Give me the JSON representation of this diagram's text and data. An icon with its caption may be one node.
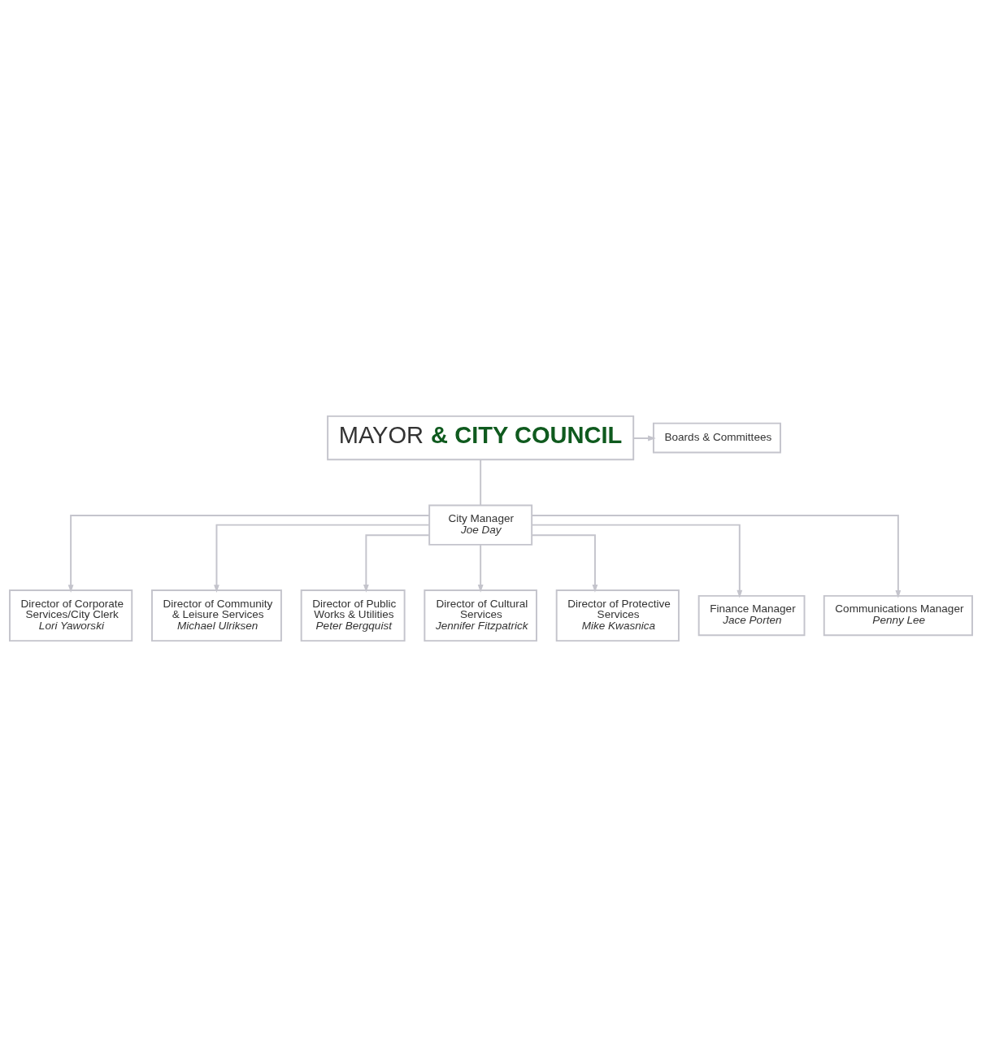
{
  "diagram": {
    "nodes": [
      {
        "text": [
          "MAYOR **& CITY COUNCIL**"
        ]
      },
      {
        "text": [
          "Boards & Committees"
        ]
      },
      {
        "text": [
          "City Manager",
          "Joe Day"
        ]
      },
      {
        "text": [
          "Director of Corporate Services/City Clerk",
          "Lori Yaworski"
        ]
      },
      {
        "text": [
          "Director of Community & Leisure Services",
          "Michael Ulriksen"
        ]
      },
      {
        "text": [
          "Director of Public Works & Utilities",
          "Peter Bergquist"
        ]
      },
      {
        "text": [
          "Director of Cultural Services",
          "Jennifer Fitzpatrick"
        ]
      },
      {
        "text": [
          "Director of Protective Services",
          "Mike Kwasnica"
        ]
      },
      {
        "text": [
          "Finance Manager",
          "Jace Porten"
        ]
      },
      {
        "text": [
          "Communications Manager",
          "Penny Lee"
        ]
      }
    ],
    "edges": [
      {
        "from": 0,
        "to": 1,
        "arrow": "to"
      },
      {
        "from": 0,
        "to": 2,
        "arrow": "none"
      },
      {
        "from": 2,
        "to": 3,
        "arrow": "to"
      },
      {
        "from": 2,
        "to": 4,
        "arrow": "to"
      },
      {
        "from": 2,
        "to": 5,
        "arrow": "to"
      },
      {
        "from": 2,
        "to": 6,
        "arrow": "to"
      },
      {
        "from": 2,
        "to": 7,
        "arrow": "to"
      },
      {
        "from": 2,
        "to": 8,
        "arrow": "to"
      },
      {
        "from": 2,
        "to": 9,
        "arrow": "to"
      }
    ]
  }
}
